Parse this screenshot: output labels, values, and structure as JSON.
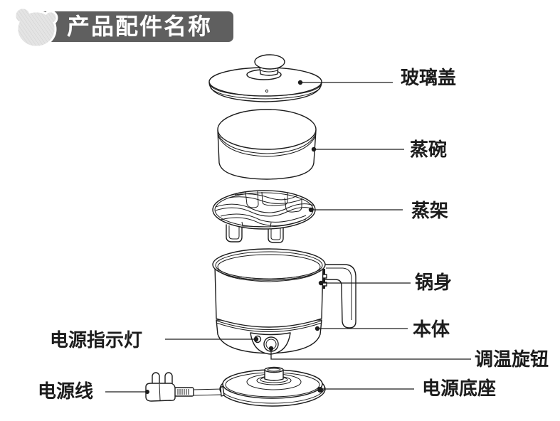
{
  "header": {
    "title": "产品配件名称",
    "icon": "bear-head-icon"
  },
  "parts": {
    "glass_lid": {
      "label": "玻璃盖"
    },
    "steam_bowl": {
      "label": "蒸碗"
    },
    "steam_rack": {
      "label": "蒸架"
    },
    "pot_body": {
      "label": "锅身"
    },
    "main_body": {
      "label": "本体"
    },
    "power_indicator": {
      "label": "电源指示灯"
    },
    "temp_knob": {
      "label": "调温旋钮"
    },
    "power_cord": {
      "label": "电源线"
    },
    "power_base": {
      "label": "电源底座"
    }
  },
  "colors": {
    "banner": "#5f5f5f",
    "banner_text": "#ffffff",
    "line_art": "#1c1c1c",
    "bear_icon": "#e2e2e2"
  }
}
